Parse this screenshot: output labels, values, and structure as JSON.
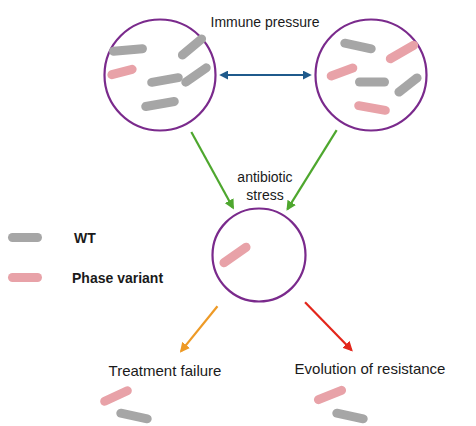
{
  "diagram": {
    "nodes": [
      {
        "text": []
      },
      {
        "text": []
      },
      {
        "text": []
      },
      {
        "text": [
          "Treatment failure"
        ]
      },
      {
        "text": [
          "Evolution of resistance"
        ]
      }
    ],
    "edges": [
      {
        "from": 0,
        "to": 1,
        "arrow": "both",
        "label": "Immune pressure"
      },
      {
        "from": 0,
        "to": 2,
        "arrow": "to",
        "label": "antibiotic stress"
      },
      {
        "from": 1,
        "to": 2,
        "arrow": "to"
      },
      {
        "from": 2,
        "to": 3,
        "arrow": "to"
      },
      {
        "from": 2,
        "to": 4,
        "arrow": "to"
      }
    ],
    "legend": [
      {
        "text": "WT",
        "color": "#a6a6a6"
      },
      {
        "text": "Phase variant",
        "color": "#e8a2a8"
      }
    ]
  }
}
